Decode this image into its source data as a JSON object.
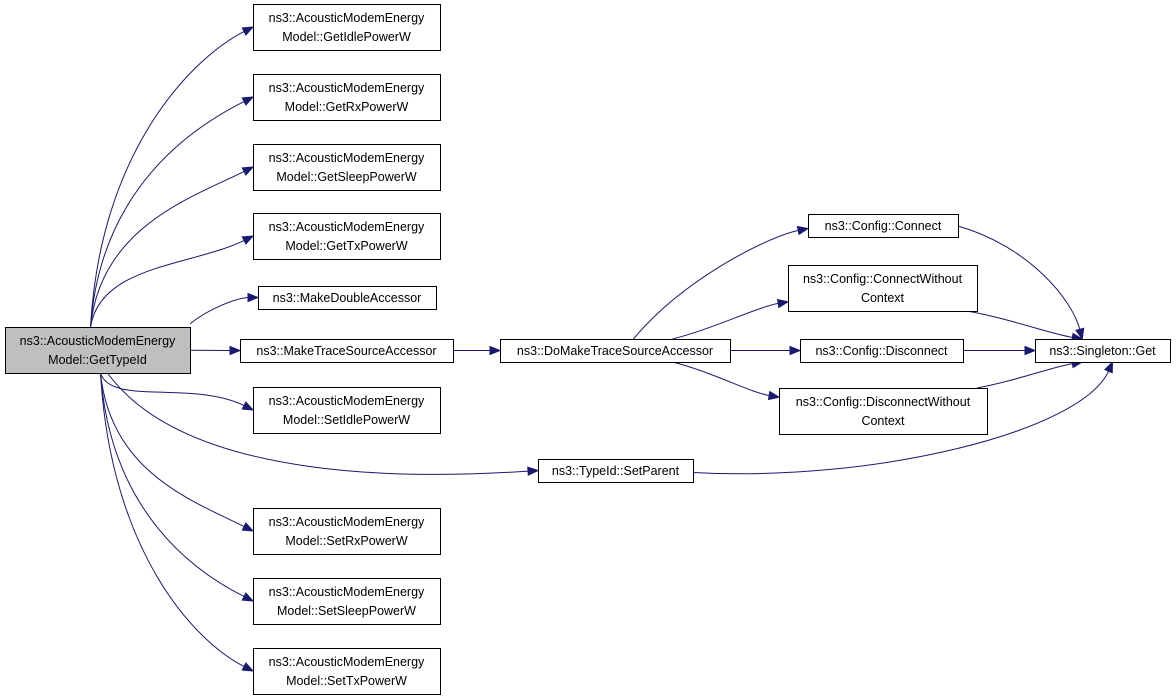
{
  "graph": {
    "nodes": [
      {
        "id": "root",
        "lines": [
          "ns3::AcousticModemEnergy",
          "Model::GetTypeId"
        ],
        "highlight": true
      },
      {
        "id": "getidle",
        "lines": [
          "ns3::AcousticModemEnergy",
          "Model::GetIdlePowerW"
        ]
      },
      {
        "id": "getrx",
        "lines": [
          "ns3::AcousticModemEnergy",
          "Model::GetRxPowerW"
        ]
      },
      {
        "id": "getsleep",
        "lines": [
          "ns3::AcousticModemEnergy",
          "Model::GetSleepPowerW"
        ]
      },
      {
        "id": "gettx",
        "lines": [
          "ns3::AcousticModemEnergy",
          "Model::GetTxPowerW"
        ]
      },
      {
        "id": "makedouble",
        "lines": [
          "ns3::MakeDoubleAccessor"
        ]
      },
      {
        "id": "maketrace",
        "lines": [
          "ns3::MakeTraceSourceAccessor"
        ]
      },
      {
        "id": "setidle",
        "lines": [
          "ns3::AcousticModemEnergy",
          "Model::SetIdlePowerW"
        ]
      },
      {
        "id": "setrx",
        "lines": [
          "ns3::AcousticModemEnergy",
          "Model::SetRxPowerW"
        ]
      },
      {
        "id": "setsleep",
        "lines": [
          "ns3::AcousticModemEnergy",
          "Model::SetSleepPowerW"
        ]
      },
      {
        "id": "settx",
        "lines": [
          "ns3::AcousticModemEnergy",
          "Model::SetTxPowerW"
        ]
      },
      {
        "id": "domaketrace",
        "lines": [
          "ns3::DoMakeTraceSourceAccessor"
        ]
      },
      {
        "id": "setparent",
        "lines": [
          "ns3::TypeId::SetParent"
        ]
      },
      {
        "id": "connect",
        "lines": [
          "ns3::Config::Connect"
        ]
      },
      {
        "id": "connectwc",
        "lines": [
          "ns3::Config::ConnectWithout",
          "Context"
        ]
      },
      {
        "id": "disconnect",
        "lines": [
          "ns3::Config::Disconnect"
        ]
      },
      {
        "id": "disconnectwc",
        "lines": [
          "ns3::Config::DisconnectWithout",
          "Context"
        ]
      },
      {
        "id": "singleton",
        "lines": [
          "ns3::Singleton::Get"
        ]
      }
    ],
    "edges": [
      [
        "root",
        "getidle"
      ],
      [
        "root",
        "getrx"
      ],
      [
        "root",
        "getsleep"
      ],
      [
        "root",
        "gettx"
      ],
      [
        "root",
        "makedouble"
      ],
      [
        "root",
        "maketrace"
      ],
      [
        "root",
        "setidle"
      ],
      [
        "root",
        "setparent"
      ],
      [
        "root",
        "setrx"
      ],
      [
        "root",
        "setsleep"
      ],
      [
        "root",
        "settx"
      ],
      [
        "maketrace",
        "domaketrace"
      ],
      [
        "domaketrace",
        "connect"
      ],
      [
        "domaketrace",
        "connectwc"
      ],
      [
        "domaketrace",
        "disconnect"
      ],
      [
        "domaketrace",
        "disconnectwc"
      ],
      [
        "connect",
        "singleton"
      ],
      [
        "connectwc",
        "singleton"
      ],
      [
        "disconnect",
        "singleton"
      ],
      [
        "disconnectwc",
        "singleton"
      ],
      [
        "setparent",
        "singleton"
      ]
    ],
    "colors": {
      "edge": "#191970",
      "root_fill": "#bfbfbf",
      "node_fill": "#ffffff",
      "border": "#000000"
    }
  }
}
